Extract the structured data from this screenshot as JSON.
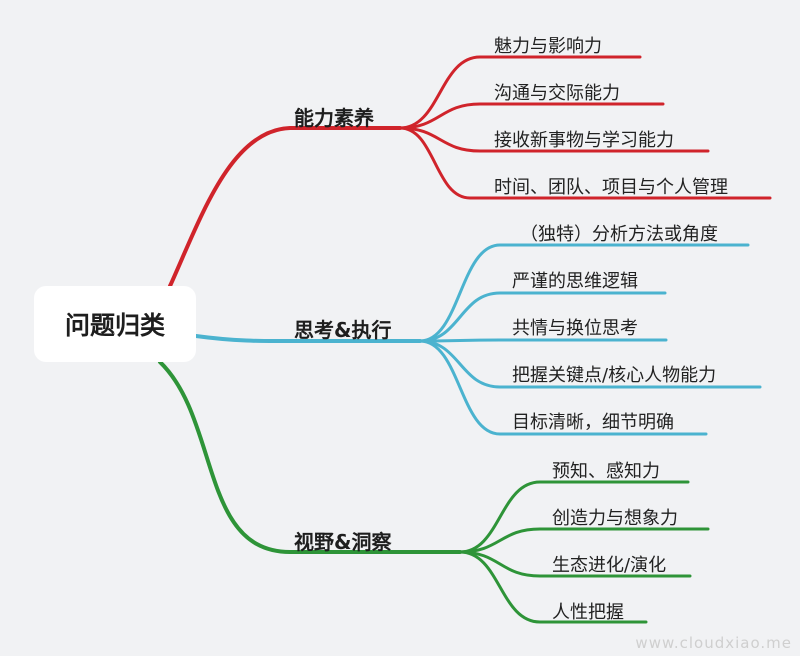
{
  "root": {
    "label": "问题归类"
  },
  "branches": [
    {
      "label": "能力素养",
      "color": "#d0242b",
      "items": [
        "魅力与影响力",
        "沟通与交际能力",
        "接收新事物与学习能力",
        "时间、团队、项目与个人管理"
      ]
    },
    {
      "label": "思考&执行",
      "color": "#4bb3cf",
      "items": [
        "（独特）分析方法或角度",
        "严谨的思维逻辑",
        "共情与换位思考",
        "把握关键点/核心人物能力",
        "目标清晰，细节明确"
      ]
    },
    {
      "label": "视野&洞察",
      "color": "#2e9438",
      "items": [
        "预知、感知力",
        "创造力与想象力",
        "生态进化/演化",
        "人性把握"
      ]
    }
  ],
  "watermark": "www.cloudxiao.me"
}
